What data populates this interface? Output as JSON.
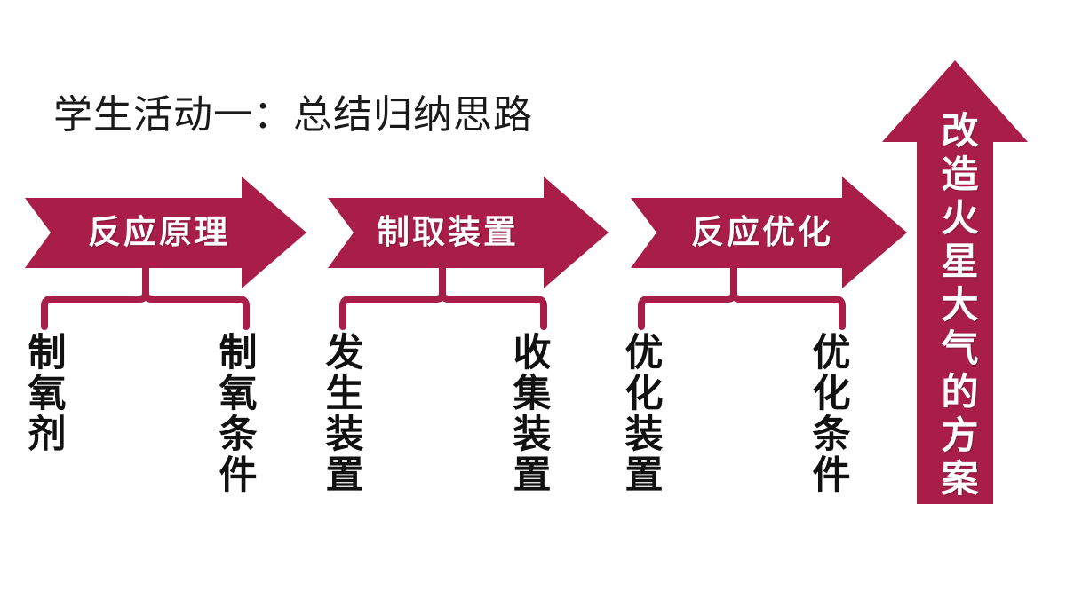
{
  "slide": {
    "title": "学生活动一：总结归纳思路",
    "background_color": "#FFFFFF",
    "accent_color": "#A81E48",
    "text_color": "#111111",
    "arrow_text_color": "#FFFFFF"
  },
  "flow": {
    "stages": [
      {
        "id": "stage-reaction-principle",
        "caption": "反应原理",
        "branches": [
          "制氧剂",
          "制氧条件"
        ]
      },
      {
        "id": "stage-preparation-apparatus",
        "caption": "制取装置",
        "branches": [
          "发生装置",
          "收集装置"
        ]
      },
      {
        "id": "stage-reaction-optimization",
        "caption": "反应优化",
        "branches": [
          "优化装置",
          "优化条件"
        ]
      }
    ],
    "outcome": {
      "id": "outcome-mars-atmosphere-plan",
      "caption": "改造火星大气的方案",
      "direction": "up"
    }
  },
  "branch_labels": [
    "制氧剂",
    "制氧条件",
    "发生装置",
    "收集装置",
    "优化装置",
    "优化条件"
  ]
}
